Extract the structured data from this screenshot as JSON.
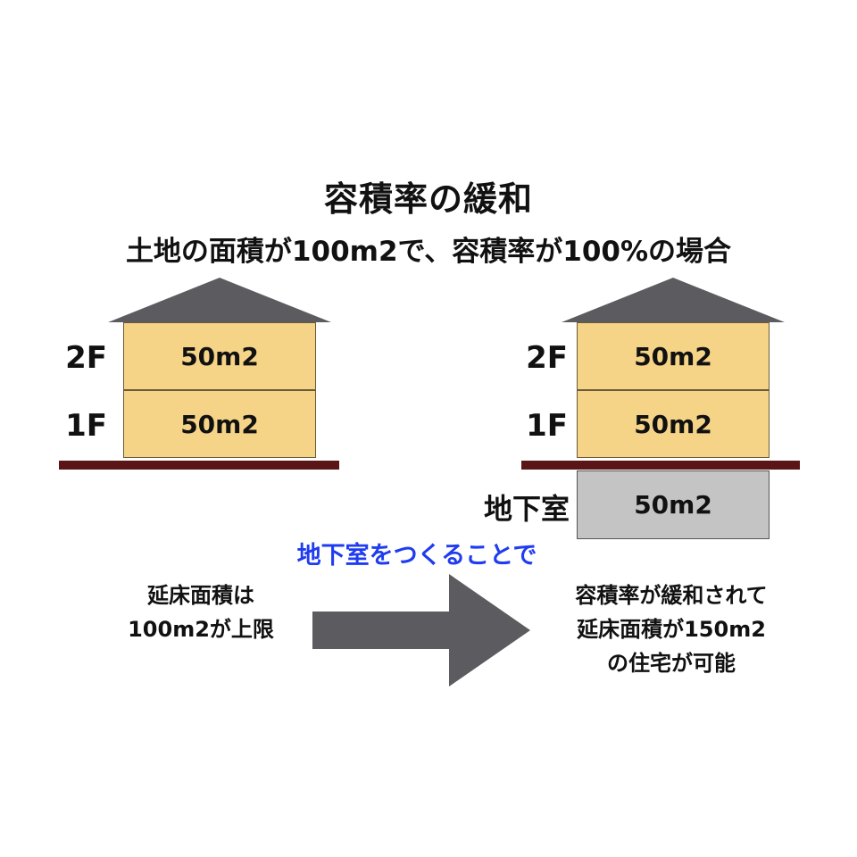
{
  "title": "容積率の緩和",
  "subtitle": "土地の面積が100m2で、容積率が100%の場合",
  "colors": {
    "floor_fill": "#f6d487",
    "basement_fill": "#c4c4c4",
    "roof_fill": "#5b5b60",
    "ground_line": "#5a1616",
    "arrow_fill": "#5b5b60",
    "note_text": "#1f3cf0"
  },
  "left_house": {
    "floors": [
      {
        "label": "2F",
        "area": "50m2"
      },
      {
        "label": "1F",
        "area": "50m2"
      }
    ]
  },
  "right_house": {
    "floors": [
      {
        "label": "2F",
        "area": "50m2"
      },
      {
        "label": "1F",
        "area": "50m2"
      }
    ],
    "basement": {
      "label": "地下室",
      "area": "50m2"
    }
  },
  "basement_note": "地下室をつくることで",
  "before_text": {
    "line1": "延床面積は",
    "line2": "100m2が上限"
  },
  "after_text": {
    "line1": "容積率が緩和されて",
    "line2": "延床面積が150m2",
    "line3": "の住宅が可能"
  },
  "arrow_icon": "right-arrow-icon"
}
